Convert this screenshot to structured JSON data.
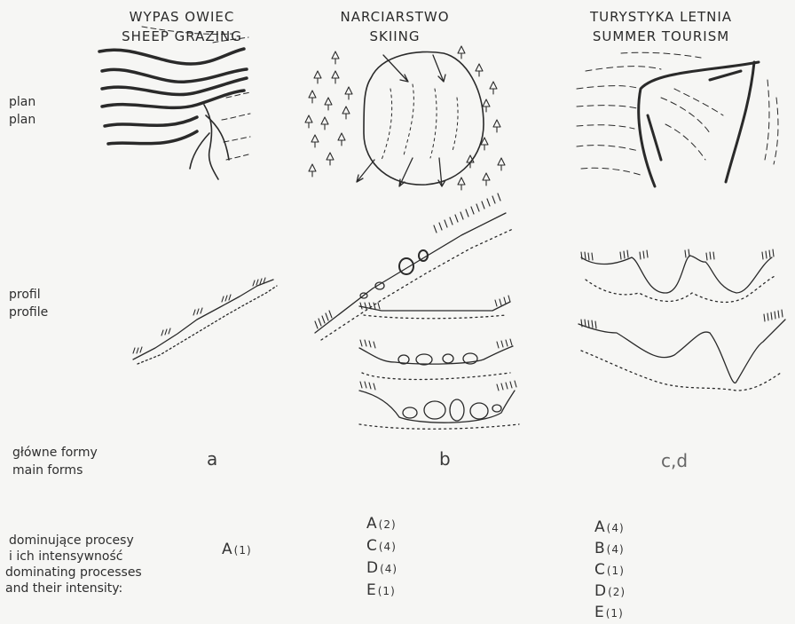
{
  "columns": [
    {
      "title_pl": "WYPAS OWIEC",
      "title_en": "SHEEP GRAZING",
      "forms": "a",
      "processes": [
        {
          "letter": "A",
          "num": "(1)"
        }
      ]
    },
    {
      "title_pl": "NARCIARSTWO",
      "title_en": "SKIING",
      "forms": "b",
      "processes": [
        {
          "letter": "A",
          "num": "(2)"
        },
        {
          "letter": "C",
          "num": "(4)"
        },
        {
          "letter": "D",
          "num": "(4)"
        },
        {
          "letter": "E",
          "num": "(1)"
        }
      ]
    },
    {
      "title_pl": "TURYSTYKA LETNIA",
      "title_en": "SUMMER TOURISM",
      "forms": "c,d",
      "processes": [
        {
          "letter": "A",
          "num": "(4)"
        },
        {
          "letter": "B",
          "num": "(4)"
        },
        {
          "letter": "C",
          "num": "(1)"
        },
        {
          "letter": "D",
          "num": "(2)"
        },
        {
          "letter": "E",
          "num": "(1)"
        }
      ]
    }
  ],
  "row_labels": {
    "plan_pl": "plan",
    "plan_en": "plan",
    "profile_pl": "profil",
    "profile_en": "profile",
    "forms_pl": "główne formy",
    "forms_en": "main forms",
    "proc_pl_1": "dominujące procesy",
    "proc_pl_2": "i ich intensywność",
    "proc_en_1": "dominating processes",
    "proc_en_2": "and their intensity:"
  },
  "colors": {
    "ink": "#2a2a2a",
    "background": "#f6f6f4"
  }
}
